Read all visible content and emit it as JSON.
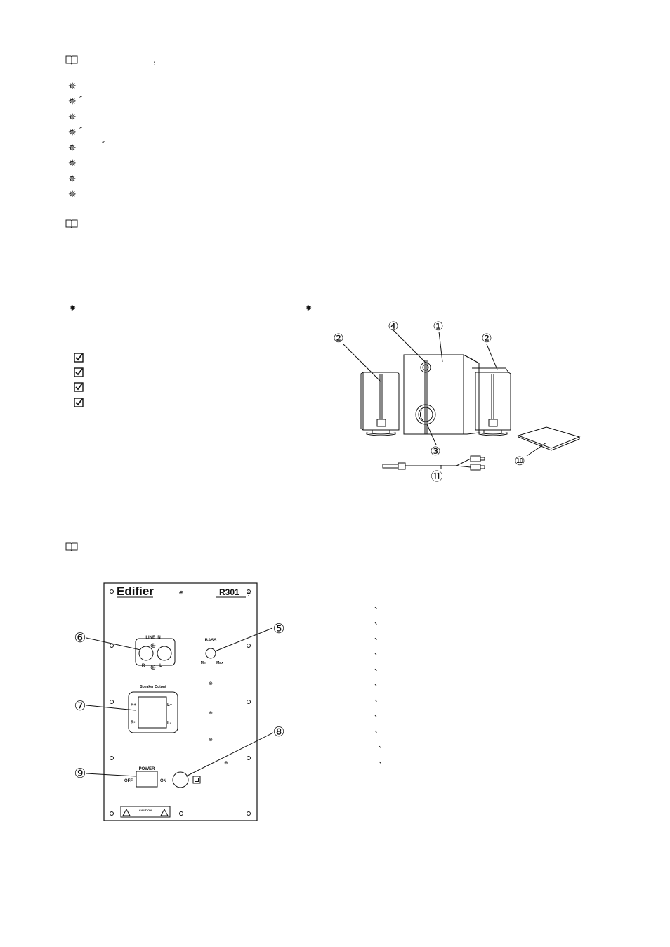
{
  "marks": {
    "colon": ":",
    "double_prime": "″",
    "tick": "、"
  },
  "icons": {
    "manual": "open-book-icon",
    "feature_bullet": "asterisk-bullet-icon",
    "checkbox": "checked-box-icon"
  },
  "product_figure": {
    "callouts": [
      "①",
      "②",
      "③",
      "④",
      "②",
      "⑩",
      "⑪"
    ]
  },
  "rear_panel": {
    "brand": "Edifier",
    "model": "R301",
    "line_in": "LINE IN",
    "r": "R",
    "l": "L",
    "bass": "BASS",
    "min": "Min",
    "max": "Max",
    "speaker_output": "Speaker Output",
    "r_plus": "R+",
    "r_minus": "R-",
    "l_plus": "L+",
    "l_minus": "L-",
    "power": "POWER",
    "off": "OFF",
    "on": "ON",
    "caution": "CAUTION",
    "callouts": [
      "⑤",
      "⑥",
      "⑦",
      "⑧",
      "⑨"
    ]
  }
}
